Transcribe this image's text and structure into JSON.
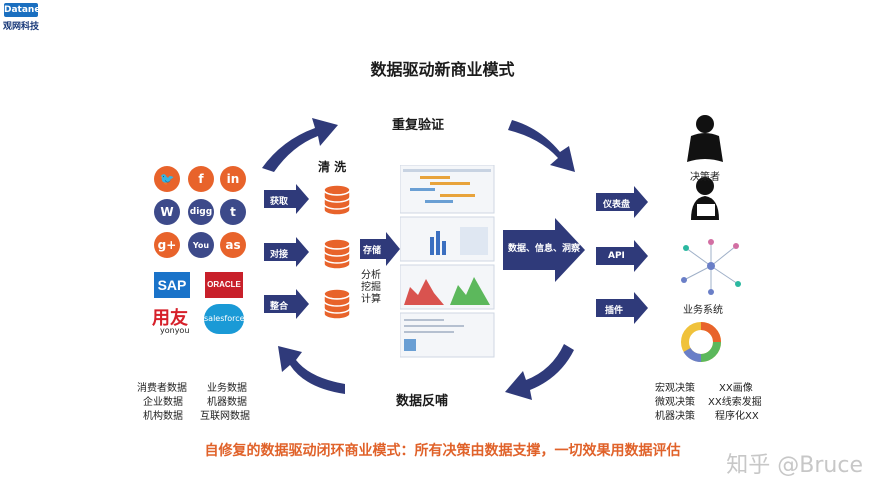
{
  "logo": {
    "brand": "Datane",
    "subtitle": "观网科技"
  },
  "title": "数据驱动新商业模式",
  "top_label": "重复验证",
  "bottom_label": "数据反哺",
  "clean_label": "清 洗",
  "sources": {
    "icons": [
      "twitter-icon",
      "facebook-icon",
      "linkedin-icon",
      "wordpress-icon",
      "digg-icon",
      "tumblr-icon",
      "googleplus-icon",
      "youtube-icon",
      "lastfm-icon"
    ],
    "glyphs": [
      "🐦",
      "f",
      "in",
      "W",
      "digg",
      "t",
      "g+",
      "You",
      "as"
    ],
    "brands": [
      "SAP",
      "ORACLE",
      "用友",
      "salesforce"
    ],
    "yonyou_sub": "yonyou"
  },
  "steps": [
    "获取",
    "对接",
    "整合"
  ],
  "store_label": "存储",
  "analysis": [
    "分析",
    "挖掘",
    "计算"
  ],
  "output_arrow_text": "数据、信息、洞察",
  "outputs": [
    "仪表盘",
    "API",
    "插件"
  ],
  "right": {
    "decider": "决策者",
    "business": "业务系统"
  },
  "data_types": [
    "消费者数据",
    "业务数据",
    "企业数据",
    "机器数据",
    "机构数据",
    "互联网数据"
  ],
  "decisions": [
    "宏观决策",
    "XX画像",
    "微观决策",
    "XX线索发掘",
    "机器决策",
    "程序化XX"
  ],
  "bottom_statement": "自修复的数据驱动闭环商业模式：所有决策由数据支撑，一切效果用数据评估",
  "watermark": "知乎 @Bruce",
  "colors": {
    "navy": "#2f3a7a",
    "db_orange": "#e8632b",
    "accent_orange": "#e0622a"
  }
}
